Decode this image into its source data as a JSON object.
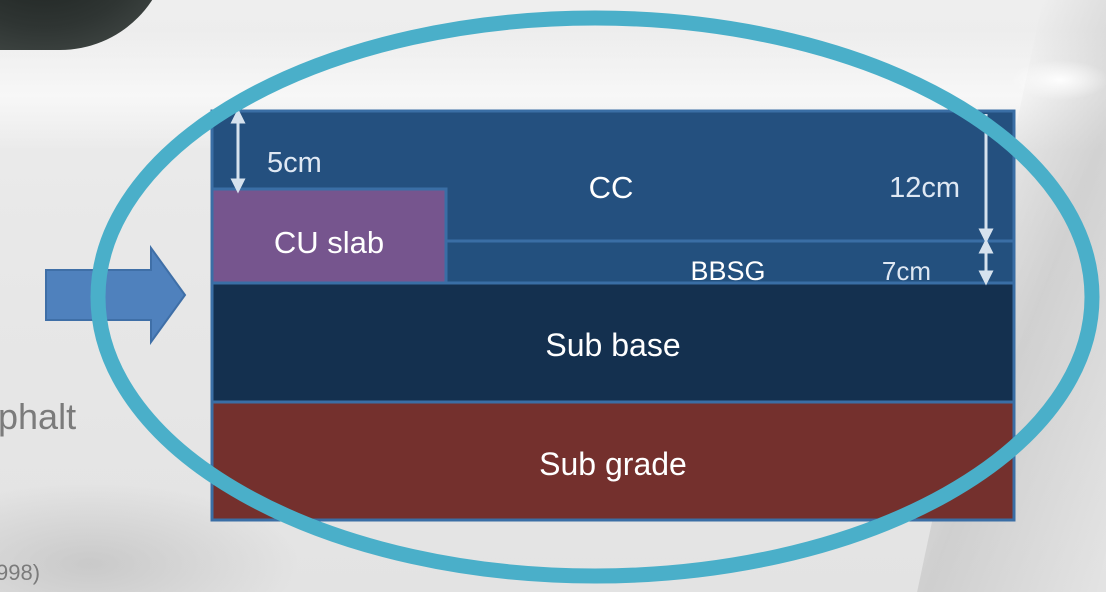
{
  "background_text": {
    "partial_word": "phalt",
    "partial_year": "998)"
  },
  "layers": {
    "cc": {
      "label": "CC",
      "color": "#24507f"
    },
    "cu_slab": {
      "label": "CU slab",
      "color": "#76558e"
    },
    "bbsg": {
      "label": "BBSG",
      "color": "#23507e"
    },
    "sub_base": {
      "label": "Sub base",
      "color": "#14304f"
    },
    "sub_grade": {
      "label": "Sub grade",
      "color": "#74302d"
    }
  },
  "dimensions": {
    "cu_slab_thickness": "5cm",
    "cc_thickness": "12cm",
    "bbsg_thickness": "7cm"
  },
  "colors": {
    "highlight_ellipse": "#4aafc9",
    "arrow_fill": "#4f81bd",
    "arrow_stroke": "#3f6fa7",
    "layer_border": "#3a6ea5",
    "dimension_arrow": "#d6e2ee"
  }
}
